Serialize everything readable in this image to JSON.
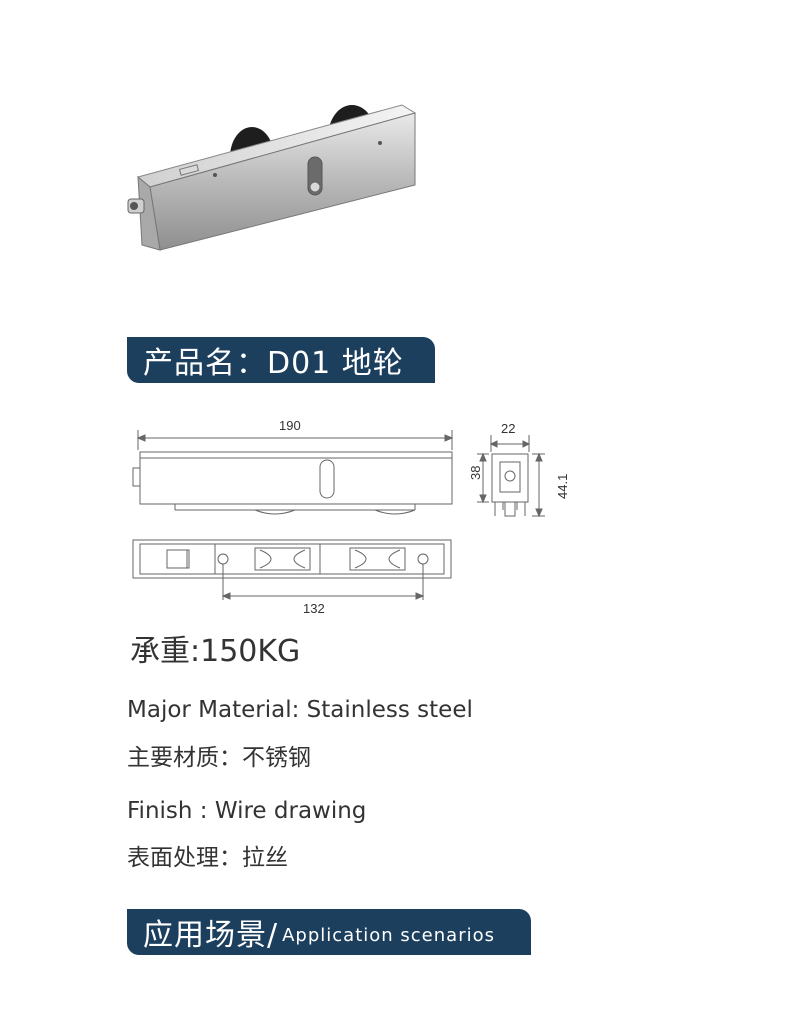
{
  "product_title": "产品名：D01 地轮",
  "drawing": {
    "dim_length": "190",
    "dim_spacing": "132",
    "dim_width": "22",
    "dim_height": "38",
    "dim_total_height": "44.1"
  },
  "load_capacity": "承重:150KG",
  "material_en": "Major Material: Stainless steel",
  "material_cn": "主要材质：不锈钢",
  "finish_en": "Finish : Wire drawing",
  "finish_cn": "表面处理：拉丝",
  "application": {
    "title_cn": "应用场景/",
    "title_en": "Application scenarios"
  }
}
